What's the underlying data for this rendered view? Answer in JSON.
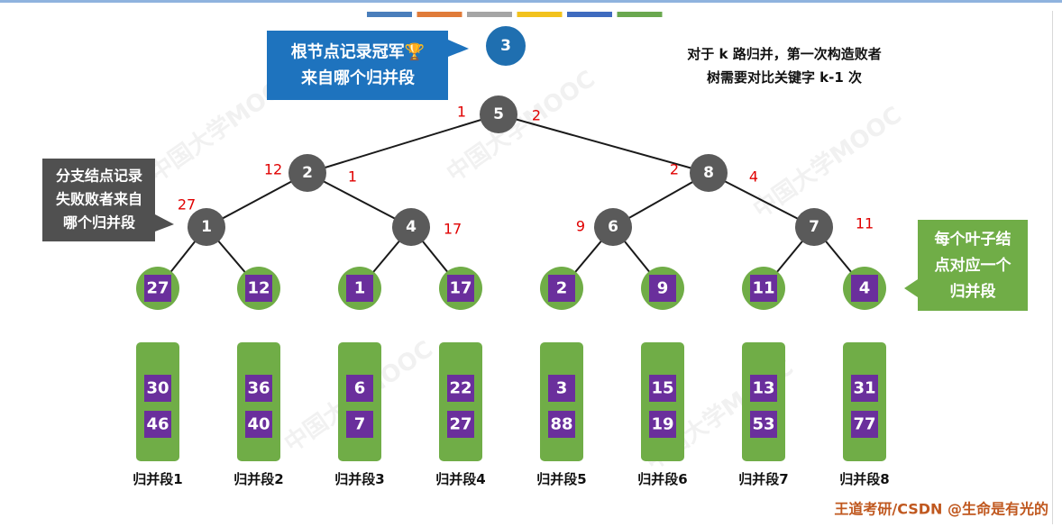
{
  "colors": {
    "stripe": [
      "#4a7ebb",
      "#e07b39",
      "#a5a5a5",
      "#f2c21d",
      "#3f6bbf",
      "#6aa84f"
    ],
    "root": "#1f6fb0",
    "inner": "#5a5a5a",
    "leaf_ring": "#70ad47",
    "key_box": "#6a2f9c",
    "run_bar": "#70ad47",
    "edge_label": "#e00000",
    "callout_blue": "#1e73be",
    "callout_gray": "#505050",
    "callout_green": "#70ad47"
  },
  "callouts": {
    "root_lines": [
      "根节点记录冠军🏆",
      "来自哪个归并段"
    ],
    "branch_lines": [
      "分支结点记录",
      "失败败者来自",
      "哪个归并段"
    ],
    "leaf_lines": [
      "每个叶子结",
      "点对应一个",
      "归并段"
    ]
  },
  "note": {
    "lines": [
      "对于 k 路归并，第一次构造败者",
      "树需要对比关键字 k-1 次"
    ]
  },
  "tree": {
    "root": "3",
    "top": {
      "value": "5",
      "left_label": "1",
      "right_label": "2"
    },
    "level2": [
      {
        "value": "2",
        "left_label": "12",
        "right_label": "1"
      },
      {
        "value": "8",
        "left_label": "2",
        "right_label": "4"
      }
    ],
    "level3": [
      {
        "value": "1",
        "side_label": "27",
        "side": "left"
      },
      {
        "value": "4",
        "side_label": "17",
        "side": "right"
      },
      {
        "value": "6",
        "side_label": "9",
        "side": "left"
      },
      {
        "value": "7",
        "side_label": "11",
        "side": "right"
      }
    ],
    "leaves": [
      "27",
      "12",
      "1",
      "17",
      "2",
      "9",
      "11",
      "4"
    ]
  },
  "runs": [
    {
      "label": "归并段1",
      "keys": [
        "30",
        "46"
      ]
    },
    {
      "label": "归并段2",
      "keys": [
        "36",
        "40"
      ]
    },
    {
      "label": "归并段3",
      "keys": [
        "6",
        "7"
      ]
    },
    {
      "label": "归并段4",
      "keys": [
        "22",
        "27"
      ]
    },
    {
      "label": "归并段5",
      "keys": [
        "3",
        "88"
      ]
    },
    {
      "label": "归并段6",
      "keys": [
        "15",
        "19"
      ]
    },
    {
      "label": "归并段7",
      "keys": [
        "13",
        "53"
      ]
    },
    {
      "label": "归并段8",
      "keys": [
        "31",
        "77"
      ]
    }
  ],
  "footer": {
    "credit": "王道考研/CSDN @生命是有光的"
  }
}
